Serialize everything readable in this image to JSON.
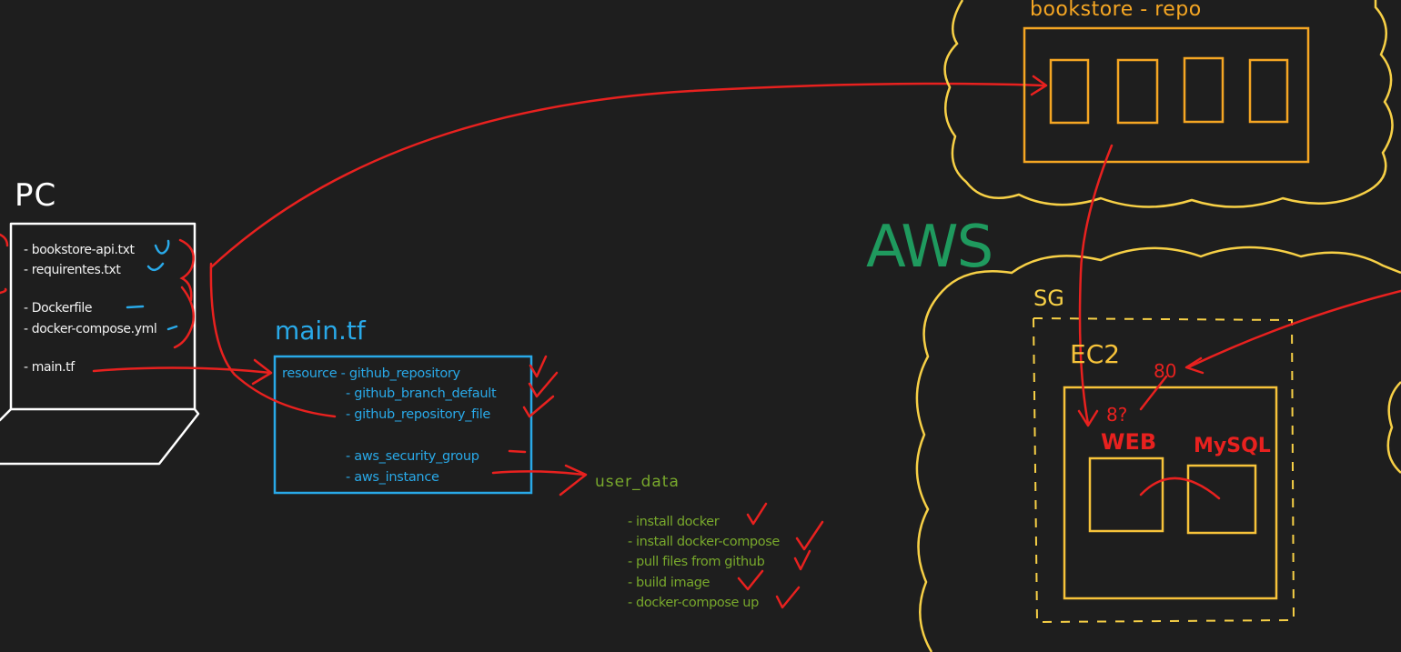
{
  "colors": {
    "background": "#1e1e1e",
    "pc": "#ffffff",
    "terraform": "#29a9e8",
    "github": "#f5a623",
    "aws": "#1f9a5e",
    "cloud": "#f7d046",
    "ec2": "#f7c33a",
    "arrow": "#e8211f",
    "user_data": "#78a82c"
  },
  "pc": {
    "title": "PC",
    "files": [
      "- bookstore-api.txt",
      "- requirentes.txt",
      "- Dockerfile",
      "- docker-compose.yml",
      "- main.tf"
    ]
  },
  "terraform": {
    "title": "main.tf",
    "lines": [
      "resource - github_repository",
      "- github_branch_default",
      "- github_repository_file",
      "- aws_security_group",
      "- aws_instance"
    ]
  },
  "user_data": {
    "title": "user_data",
    "steps": [
      "- install docker",
      "- install docker-compose",
      "- pull files from github",
      "- build image",
      "- docker-compose up"
    ]
  },
  "github": {
    "repo_label": "bookstore - repo"
  },
  "aws": {
    "label": "AWS",
    "security_group_label": "SG",
    "ec2_label": "EC2",
    "port_80": "80",
    "port_8": "8?",
    "web_label": "WEB",
    "mysql_label": "MySQL"
  }
}
